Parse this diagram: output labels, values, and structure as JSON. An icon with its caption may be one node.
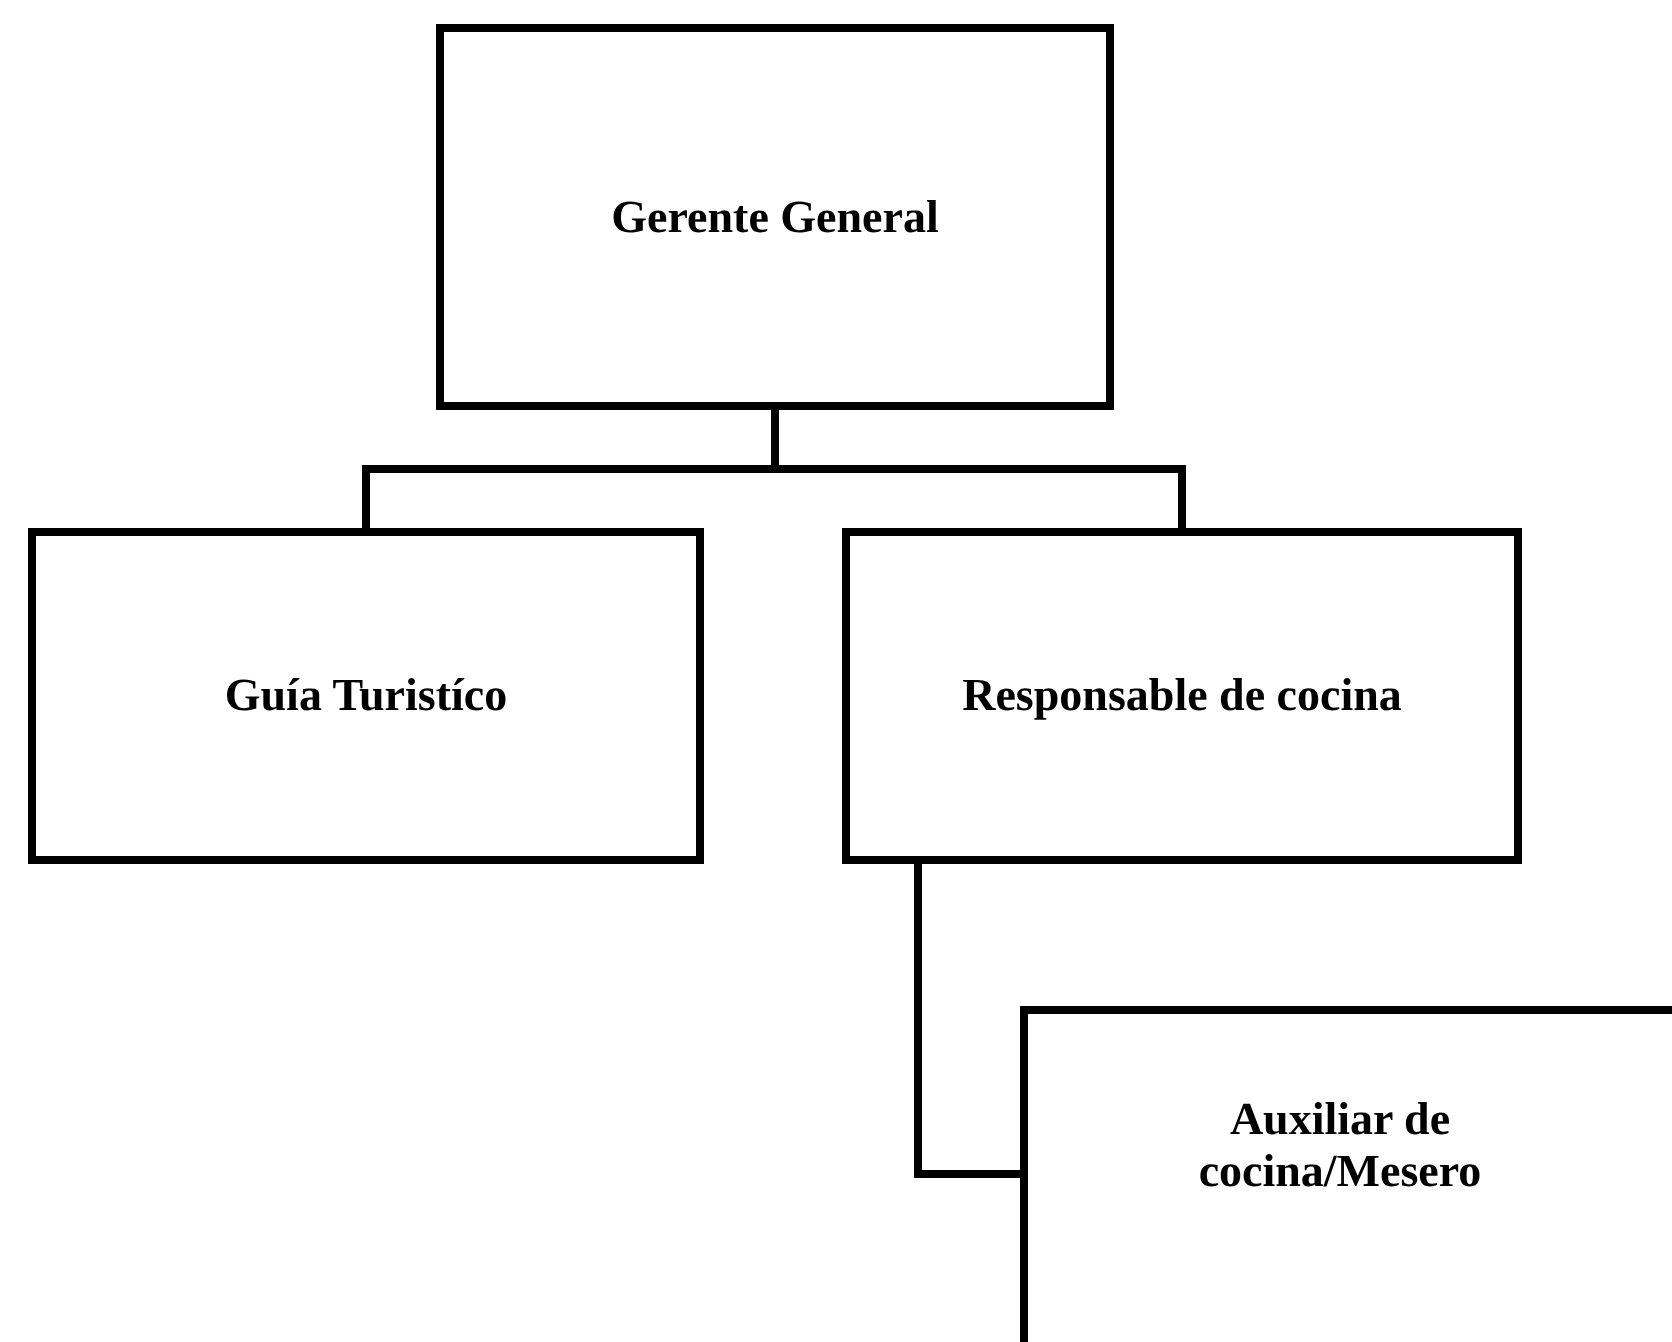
{
  "diagram": {
    "nodes": [
      {
        "text": [
          "Gerente General"
        ]
      },
      {
        "text": [
          "Guía Turistíco"
        ]
      },
      {
        "text": [
          "Responsable de cocina"
        ]
      },
      {
        "text": [
          "Auxiliar de cocina/Mesero"
        ]
      }
    ],
    "edges": [
      {
        "from": 0,
        "to": 1,
        "arrow": "none"
      },
      {
        "from": 0,
        "to": 2,
        "arrow": "none"
      },
      {
        "from": 2,
        "to": 3,
        "arrow": "none"
      }
    ]
  }
}
